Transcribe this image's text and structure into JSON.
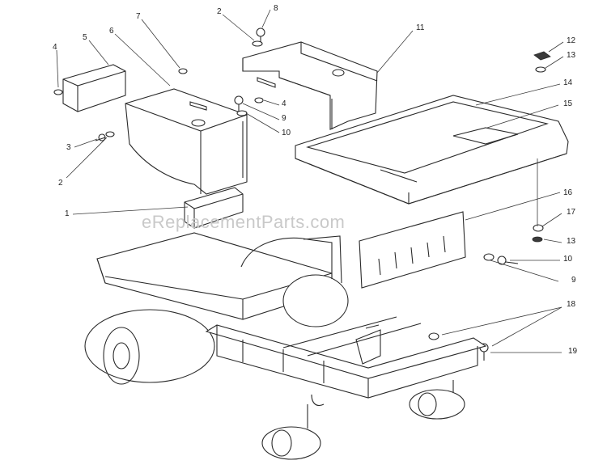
{
  "watermark": "eReplacementParts.com",
  "callouts": {
    "c1": "1",
    "c2a": "2",
    "c2b": "2",
    "c3": "3",
    "c4a": "4",
    "c4b": "4",
    "c5": "5",
    "c6": "6",
    "c7": "7",
    "c8": "8",
    "c9a": "9",
    "c9b": "9",
    "c10a": "10",
    "c10b": "10",
    "c11": "11",
    "c12": "12",
    "c13a": "13",
    "c13b": "13",
    "c14": "14",
    "c15": "15",
    "c16": "16",
    "c17": "17",
    "c18": "18",
    "c19": "19"
  },
  "colors": {
    "line": "#2a2a2a",
    "watermark": "#c9c9c9",
    "background": "#ffffff"
  }
}
